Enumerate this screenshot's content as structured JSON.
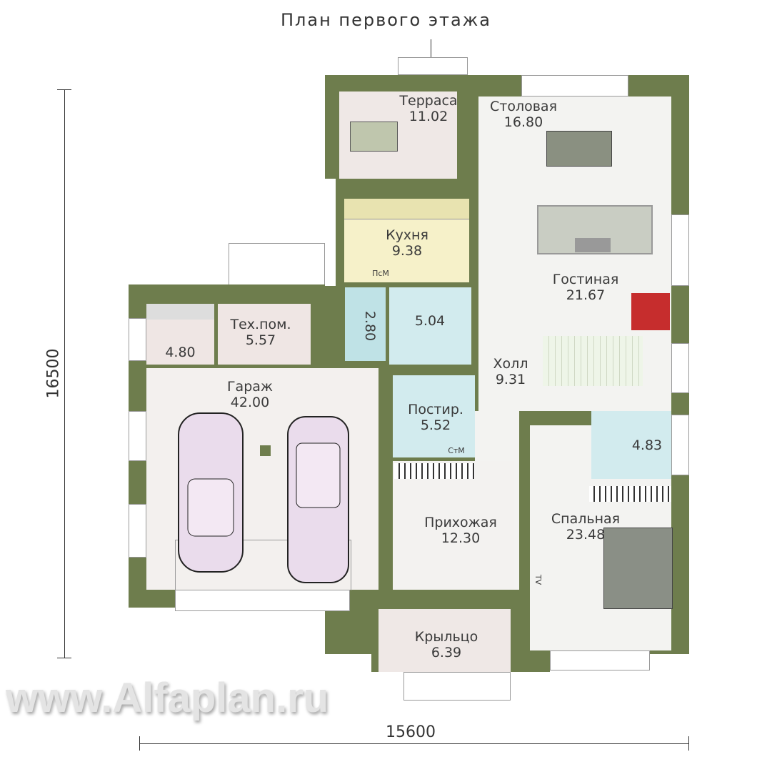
{
  "title": "План первого этажа",
  "dimensions": {
    "height": "16500",
    "width": "15600"
  },
  "watermark": "www.Alfaplan.ru",
  "rooms": {
    "terrace": {
      "name": "Терраса",
      "area": "11.02"
    },
    "dining": {
      "name": "Столовая",
      "area": "16.80"
    },
    "kitchen": {
      "name": "Кухня",
      "area": "9.38"
    },
    "living": {
      "name": "Гостиная",
      "area": "21.67"
    },
    "storage": {
      "area": "4.80"
    },
    "tech": {
      "name": "Тех.пом.",
      "area": "5.57"
    },
    "shower": {
      "area": "2.80"
    },
    "bath": {
      "area": "5.04"
    },
    "hall": {
      "name": "Холл",
      "area": "9.31"
    },
    "garage": {
      "name": "Гараж",
      "area": "42.00"
    },
    "laundry": {
      "name": "Постир.",
      "area": "5.52"
    },
    "bath2": {
      "area": "4.83"
    },
    "entry": {
      "name": "Прихожая",
      "area": "12.30"
    },
    "bedroom": {
      "name": "Спальная",
      "area": "23.48"
    },
    "porch": {
      "name": "Крыльцо",
      "area": "6.39"
    }
  },
  "appliances": {
    "dishwasher": "ПсМ",
    "washer": "СтМ",
    "tv": "TV"
  },
  "colors": {
    "wall": "#6e7d4d",
    "floor": "#f3f2f0",
    "kitchen": "#f6f1c9",
    "wet": "#d2ebee",
    "utility": "#efe6e4"
  }
}
